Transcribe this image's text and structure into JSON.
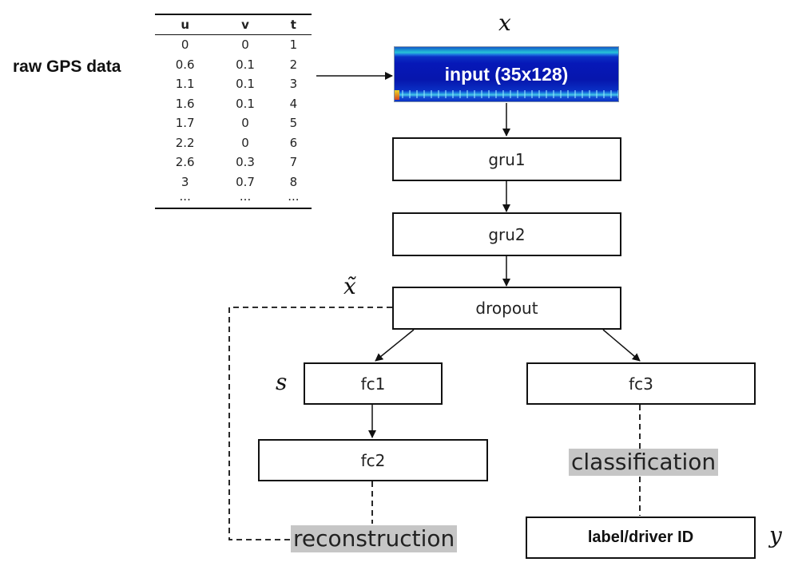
{
  "raw_label": "raw GPS data",
  "table": {
    "headers": [
      "u",
      "v",
      "t"
    ],
    "rows": [
      [
        "0",
        "0",
        "1"
      ],
      [
        "0.6",
        "0.1",
        "2"
      ],
      [
        "1.1",
        "0.1",
        "3"
      ],
      [
        "1.6",
        "0.1",
        "4"
      ],
      [
        "1.7",
        "0",
        "5"
      ],
      [
        "2.2",
        "0",
        "6"
      ],
      [
        "2.6",
        "0.3",
        "7"
      ],
      [
        "3",
        "0.7",
        "8"
      ],
      [
        "...",
        "...",
        "..."
      ]
    ]
  },
  "symbols": {
    "x": "x",
    "x_tilde": "x̃",
    "s": "s",
    "y": "y"
  },
  "nodes": {
    "input": "input (35x128)",
    "gru1": "gru1",
    "gru2": "gru2",
    "dropout": "dropout",
    "fc1": "fc1",
    "fc2": "fc2",
    "fc3": "fc3",
    "output": "label/driver ID"
  },
  "labels": {
    "classification": "classification",
    "reconstruction": "reconstruction"
  },
  "colors": {
    "line": "#111111",
    "highlight": "#c6c6c6",
    "heatmap_base": "#0616ad"
  }
}
